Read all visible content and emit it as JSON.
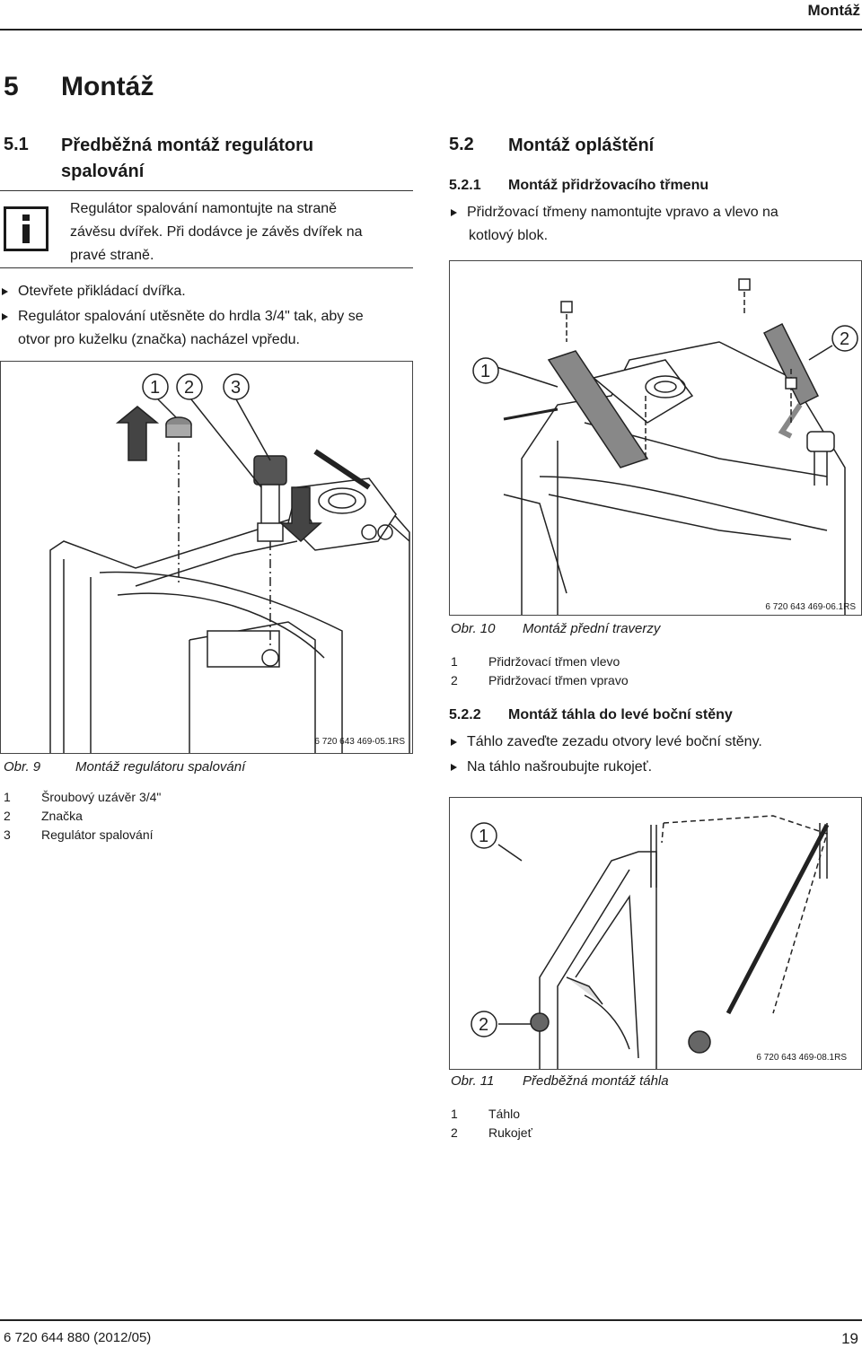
{
  "header": {
    "title": "Montáž"
  },
  "chapter": {
    "number": "5",
    "title": "Montáž"
  },
  "section_5_1": {
    "number": "5.1",
    "title_line1": "Předběžná montáž regulátoru",
    "title_line2": "spalování",
    "info_lines": [
      "Regulátor spalování namontujte na straně",
      "závěsu dvířek. Při dodávce je závěs dvířek na",
      "pravé straně."
    ],
    "bullets": [
      "Otevřete přikládací dvířka.",
      "Regulátor spalování utěsněte do hrdla 3/4\" tak, aby se",
      "otvor pro kuželku (značka) nacházel vpředu."
    ]
  },
  "figure9": {
    "callouts": [
      "1",
      "2",
      "3"
    ],
    "code": "6 720 643 469-05.1RS",
    "caption_num": "Obr. 9",
    "caption_text": "Montáž regulátoru spalování",
    "legend": [
      {
        "n": "1",
        "text": "Šroubový uzávěr 3/4\""
      },
      {
        "n": "2",
        "text": "Značka"
      },
      {
        "n": "3",
        "text": "Regulátor spalování"
      }
    ]
  },
  "section_5_2": {
    "number": "5.2",
    "title": "Montáž opláštění",
    "sub1": {
      "number": "5.2.1",
      "title": "Montáž přidržovacího třmenu",
      "bullet_line1": "Přidržovací třmeny namontujte vpravo a vlevo na",
      "bullet_line2": "kotlový blok."
    },
    "sub2": {
      "number": "5.2.2",
      "title": "Montáž táhla do levé boční stěny",
      "bullets": [
        "Táhlo zaveďte zezadu otvory levé boční stěny.",
        "Na táhlo našroubujte rukojeť."
      ]
    }
  },
  "figure10": {
    "callouts": [
      "1",
      "2"
    ],
    "code": "6 720 643 469-06.1RS",
    "caption_num": "Obr. 10",
    "caption_text": "Montáž přední traverzy",
    "legend": [
      {
        "n": "1",
        "text": "Přidržovací třmen vlevo"
      },
      {
        "n": "2",
        "text": "Přidržovací třmen vpravo"
      }
    ]
  },
  "figure11": {
    "callouts": [
      "1",
      "2"
    ],
    "code": "6 720 643 469-08.1RS",
    "caption_num": "Obr. 11",
    "caption_text": "Předběžná montáž táhla",
    "legend": [
      {
        "n": "1",
        "text": "Táhlo"
      },
      {
        "n": "2",
        "text": "Rukojeť"
      }
    ]
  },
  "footer": {
    "doc_number": "6 720 644 880 (2012/05)",
    "page": "19"
  }
}
